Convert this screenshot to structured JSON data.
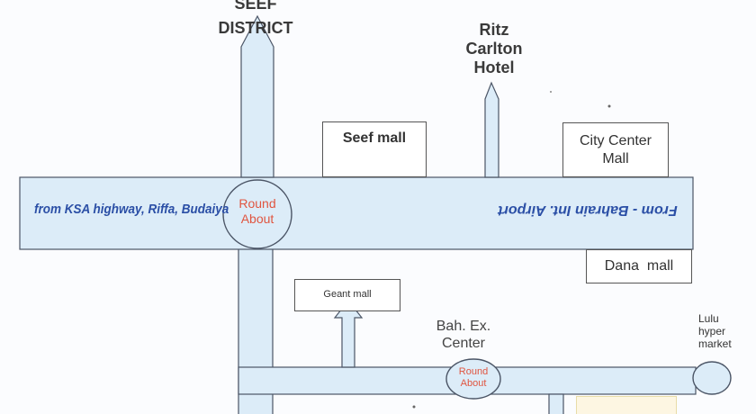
{
  "labels": {
    "seef_district_1": "SEEF",
    "seef_district_2": "DISTRICT",
    "ritz_1": "Ritz",
    "ritz_2": "Carlton",
    "ritz_3": "Hotel",
    "bah_ex_1": "Bah. Ex.",
    "bah_ex_2": "Center",
    "lulu_1": "Lulu",
    "lulu_2": "hyper",
    "lulu_3": "market"
  },
  "boxes": {
    "seef_mall": "Seef mall",
    "city_center_1": "City Center",
    "city_center_2": "Mall",
    "dana_mall": "Dana  mall",
    "geant_mall": "Geant mall"
  },
  "road": {
    "from_west": "from KSA highway, Riffa, Budaiya",
    "from_east": "From - Bahrain Int. Airport"
  },
  "roundabouts": {
    "main_1": "Round",
    "main_2": "About",
    "lower_1": "Round",
    "lower_2": "About"
  },
  "colors": {
    "road_fill": "#dcecf8",
    "road_stroke": "#4b5566",
    "roundabout_text": "#e05540",
    "road_text": "#2b4fa6"
  }
}
